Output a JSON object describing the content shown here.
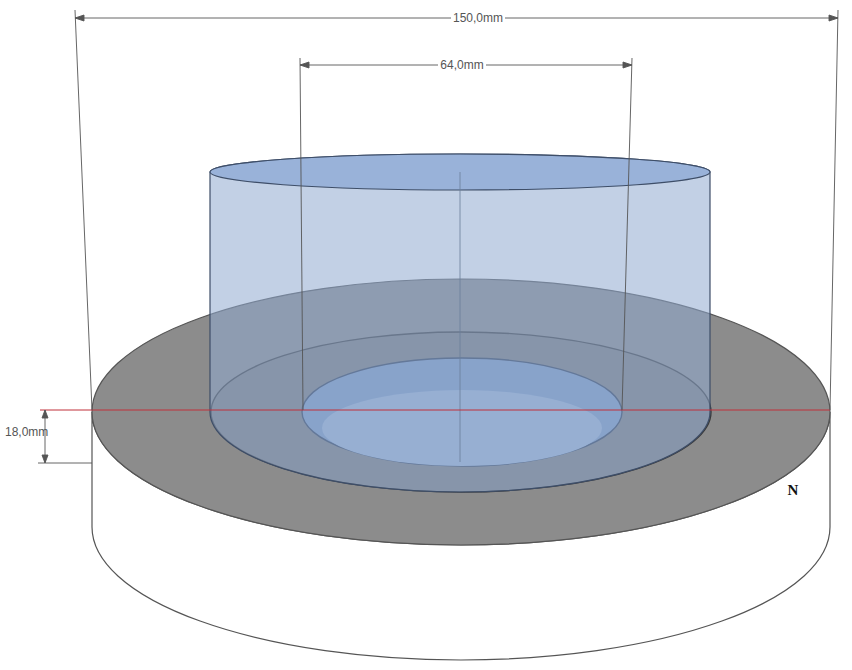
{
  "diagram": {
    "labels": [
      "150,0mm",
      "64,0mm",
      "18,0mm",
      "N"
    ]
  }
}
